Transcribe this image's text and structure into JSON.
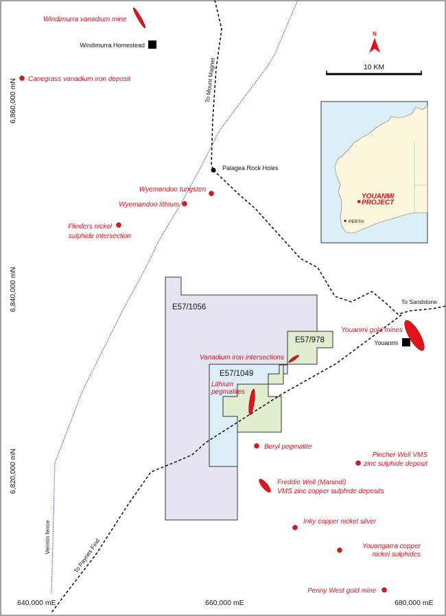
{
  "colors": {
    "deposit": "#e3121b",
    "tenement_large": "#e7e4f2",
    "tenement_medium": "#ddeef8",
    "tenement_small": "#e1edcf",
    "fence": "#1d2fd1",
    "road": "#111111",
    "inset_land": "#fbf6dc",
    "inset_sea": "#dceef7"
  },
  "deposits": {
    "windimurra": "Windimurra vanadium mine",
    "canegrass": "Canegrass vanadium iron deposit",
    "wyemandoo_tungsten": "Wyemandoo tungsten",
    "wyemandoo_lithium": "Wyemandoo lithium",
    "flinders_1": "Flinders nickel",
    "flinders_2": "sulphide intersection",
    "youanmi_gold": "Youanmi gold mines",
    "vanadium_iron": "Vanadium iron intersections",
    "lithium_1": "Lithium",
    "lithium_2": "pegmatites",
    "beryl": "Beryl pegmatite",
    "pincher_1": "Pincher Well VMS",
    "pincher_2": "zinc sulphide deposit",
    "freddie_1": "Freddie Well (Manindi)",
    "freddie_2": "VMS zinc copper sulphide deposits",
    "inky": "Inky copper nickel silver",
    "youangarra_1": "Youangarra copper",
    "youangarra_2": "nickel sulphides",
    "penny_west": "Penny West gold mine"
  },
  "places": {
    "windimurra_homestead": "Windimurra Homestead",
    "palagea": "Palagea Rock Holes",
    "youanmi": "Youanmi"
  },
  "roads": {
    "mount_magnet": "To Mount Magnet",
    "sandstone": "To Sandstone",
    "paynes_find": "To Paynes Find"
  },
  "fence": "Vermin fence",
  "tenements": {
    "e57_1056": "E57/1056",
    "e57_1049": "E57/1049",
    "e57_978": "E57/978"
  },
  "grid": {
    "northings": [
      "6,860,000 mN",
      "6,840,000 mN",
      "6,820,000 mN"
    ],
    "eastings": [
      "640,000 mE",
      "660,000 mE",
      "680,000 mE"
    ]
  },
  "north_label": "N",
  "scale_label": "10 KM",
  "inset": {
    "project": "YOUANMI",
    "project_2": "PROJECT",
    "city": "PERTH"
  }
}
